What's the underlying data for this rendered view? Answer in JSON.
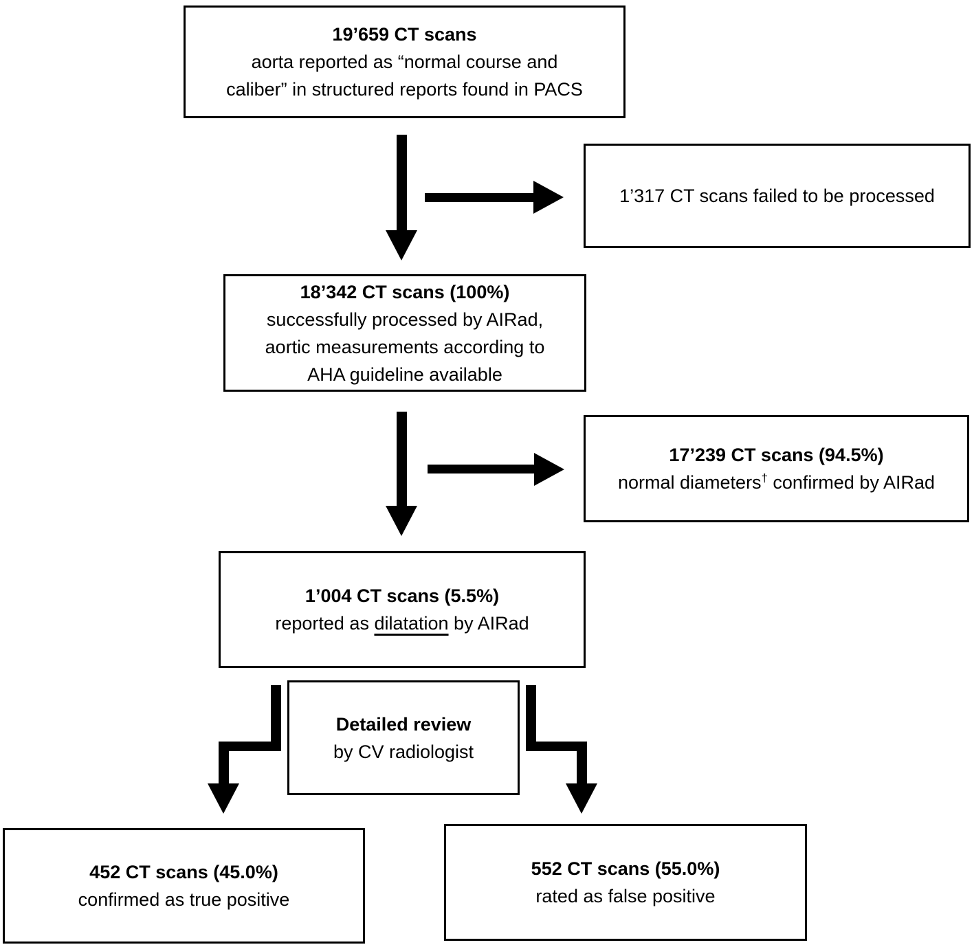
{
  "colors": {
    "ink": "#000000",
    "background": "#ffffff"
  },
  "boxes": {
    "pacs": {
      "title": "19’659 CT scans",
      "lines": [
        "aorta reported as “normal course and",
        "caliber” in structured reports found in PACS"
      ]
    },
    "failed": {
      "lines": [
        "1’317 CT scans failed to be processed"
      ]
    },
    "processed": {
      "title": "18’342 CT scans (100%)",
      "lines": [
        "successfully processed by AIRad,",
        "aortic measurements according to",
        "AHA guideline available"
      ]
    },
    "normal": {
      "title": "17’239 CT scans (94.5%)",
      "line_pre": "normal diameters",
      "line_sup": "†",
      "line_post": " confirmed by AIRad"
    },
    "dilatation": {
      "title": "1’004 CT scans (5.5%)",
      "line_pre": "reported as ",
      "line_underlined": "dilatation",
      "line_post": " by AIRad"
    },
    "review": {
      "title": "Detailed review",
      "lines": [
        "by CV radiologist"
      ]
    },
    "true_positive": {
      "title": "452 CT scans (45.0%)",
      "lines": [
        "confirmed as true positive"
      ]
    },
    "false_positive": {
      "title": "552 CT scans (55.0%)",
      "lines": [
        "rated as false positive"
      ]
    }
  }
}
